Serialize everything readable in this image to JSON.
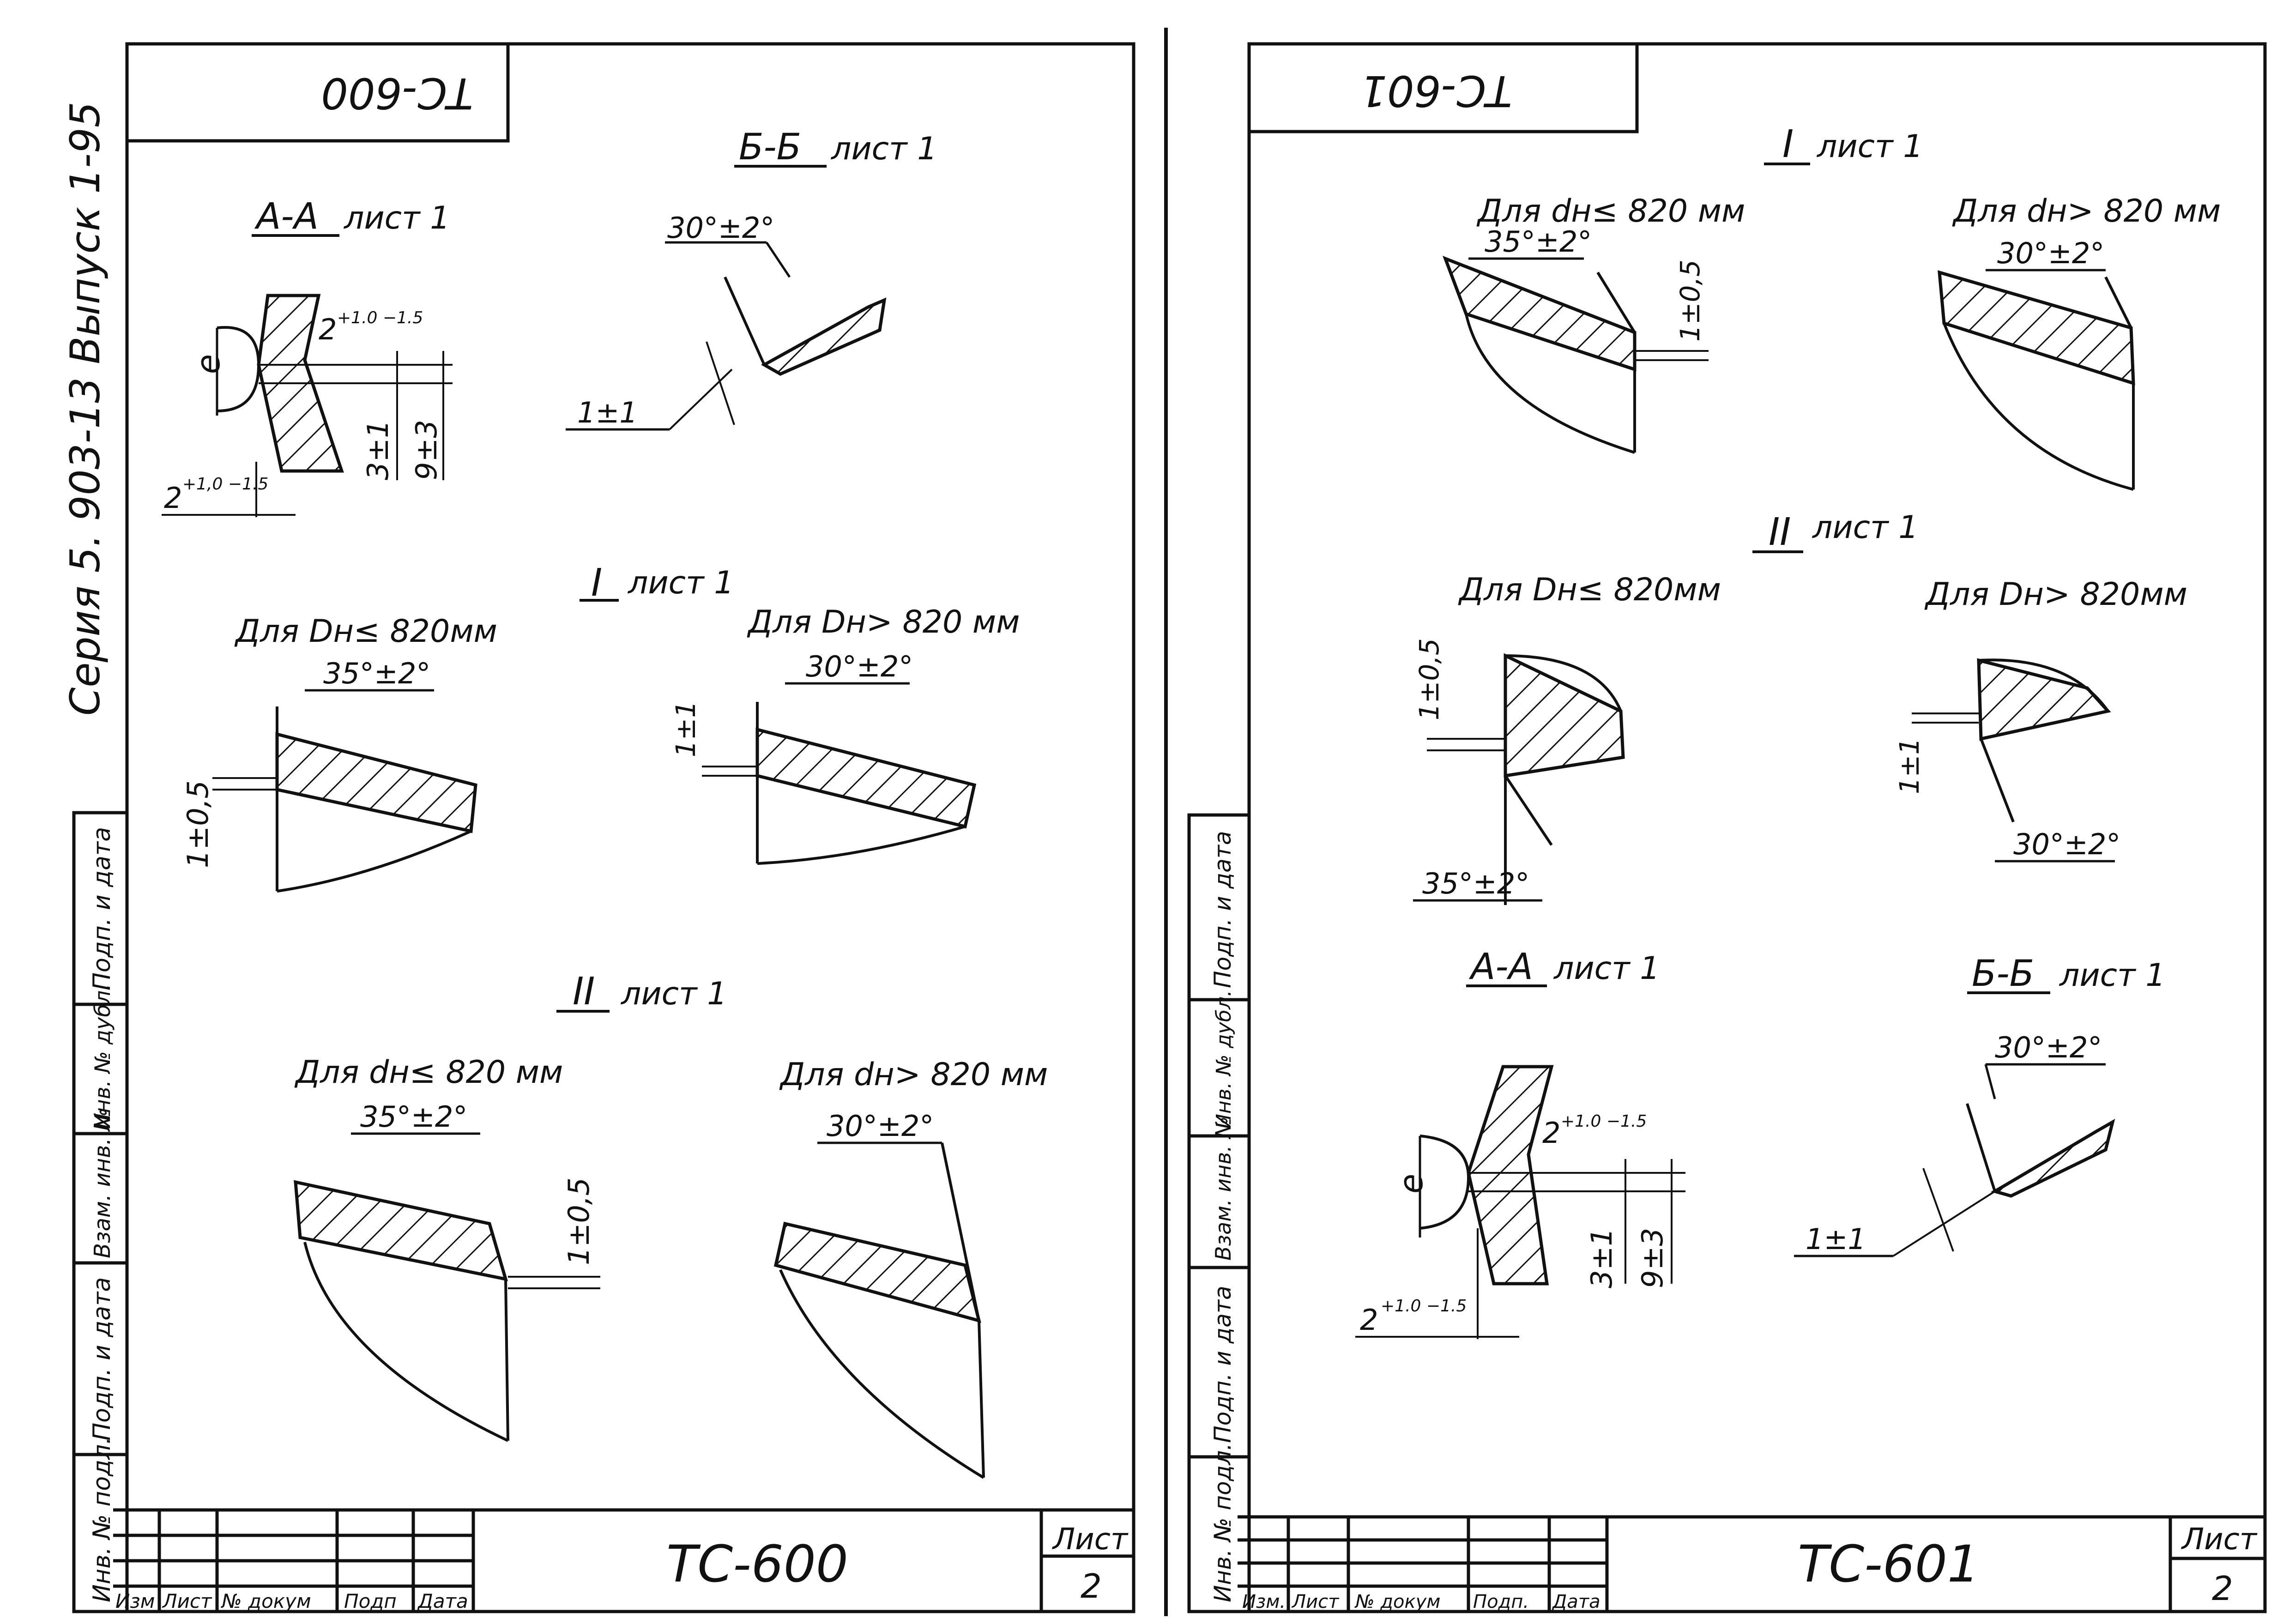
{
  "series_note": "Серия 5. 903-13  Выпуск 1-95",
  "left_sheet": {
    "corner_code": "ТС-600",
    "title_code": "ТС-600",
    "sheet_label": "Лист",
    "sheet_number": "2",
    "sections": {
      "aa": {
        "title": "А-А",
        "ref": "лист 1",
        "dim_e": "е",
        "dim_gap_top": "2",
        "dim_gap_top_tol": "+1.0 −1.5",
        "dim_gap_bottom": "2",
        "dim_gap_bottom_tol": "+1,0 −1.5",
        "dim_3": "3±1",
        "dim_9": "9±3"
      },
      "bb": {
        "title": "Б-Б",
        "ref": "лист 1",
        "angle": "30°±2°",
        "dim": "1±1"
      },
      "s1": {
        "title": "I",
        "ref": "лист 1",
        "left_caption": "Для Dн≤ 820мм",
        "left_angle": "35°±2°",
        "left_dim": "1±0,5",
        "right_caption": "Для Dн> 820 мм",
        "right_angle": "30°±2°",
        "right_dim": "1±1"
      },
      "s2": {
        "title": "II",
        "ref": "лист 1",
        "left_caption": "Для dн≤ 820 мм",
        "left_angle": "35°±2°",
        "left_dim": "1±0,5",
        "right_caption": "Для dн> 820 мм",
        "right_angle": "30°±2°"
      }
    },
    "side_stamp": [
      "Инв. № подл.",
      "Подп. и дата",
      "Взам. инв. №",
      "Инв. № дубл.",
      "Подп. и дата"
    ],
    "title_block_labels": [
      "Изм",
      "Лист",
      "№ докум",
      "Подп",
      "Дата"
    ]
  },
  "right_sheet": {
    "corner_code": "ТС-601",
    "title_code": "ТС-601",
    "sheet_label": "Лист",
    "sheet_number": "2",
    "sections": {
      "s1": {
        "title": "I",
        "ref": "лист 1",
        "left_caption": "Для dн≤ 820 мм",
        "left_angle": "35°±2°",
        "left_dim": "1±0,5",
        "right_caption": "Для dн> 820 мм",
        "right_angle": "30°±2°"
      },
      "s2": {
        "title": "II",
        "ref": "лист 1",
        "left_caption": "Для Dн≤ 820мм",
        "left_angle": "35°±2°",
        "left_dim": "1±0,5",
        "right_caption": "Для Dн> 820мм",
        "right_angle": "30°±2°",
        "right_dim": "1±1"
      },
      "aa": {
        "title": "А-А",
        "ref": "лист 1",
        "dim_e": "е",
        "dim_gap_top": "2",
        "dim_gap_top_tol": "+1.0 −1.5",
        "dim_gap_bottom": "2",
        "dim_gap_bottom_tol": "+1.0 −1.5",
        "dim_3": "3±1",
        "dim_9": "9±3"
      },
      "bb": {
        "title": "Б-Б",
        "ref": "лист 1",
        "angle": "30°±2°",
        "dim": "1±1"
      }
    },
    "side_stamp": [
      "Инв. № подл.",
      "Подп. и дата",
      "Взам. инв. №",
      "Инв. № дубл.",
      "Подп. и дата"
    ],
    "title_block_labels": [
      "Изм.",
      "Лист",
      "№ докум",
      "Подп.",
      "Дата"
    ]
  }
}
